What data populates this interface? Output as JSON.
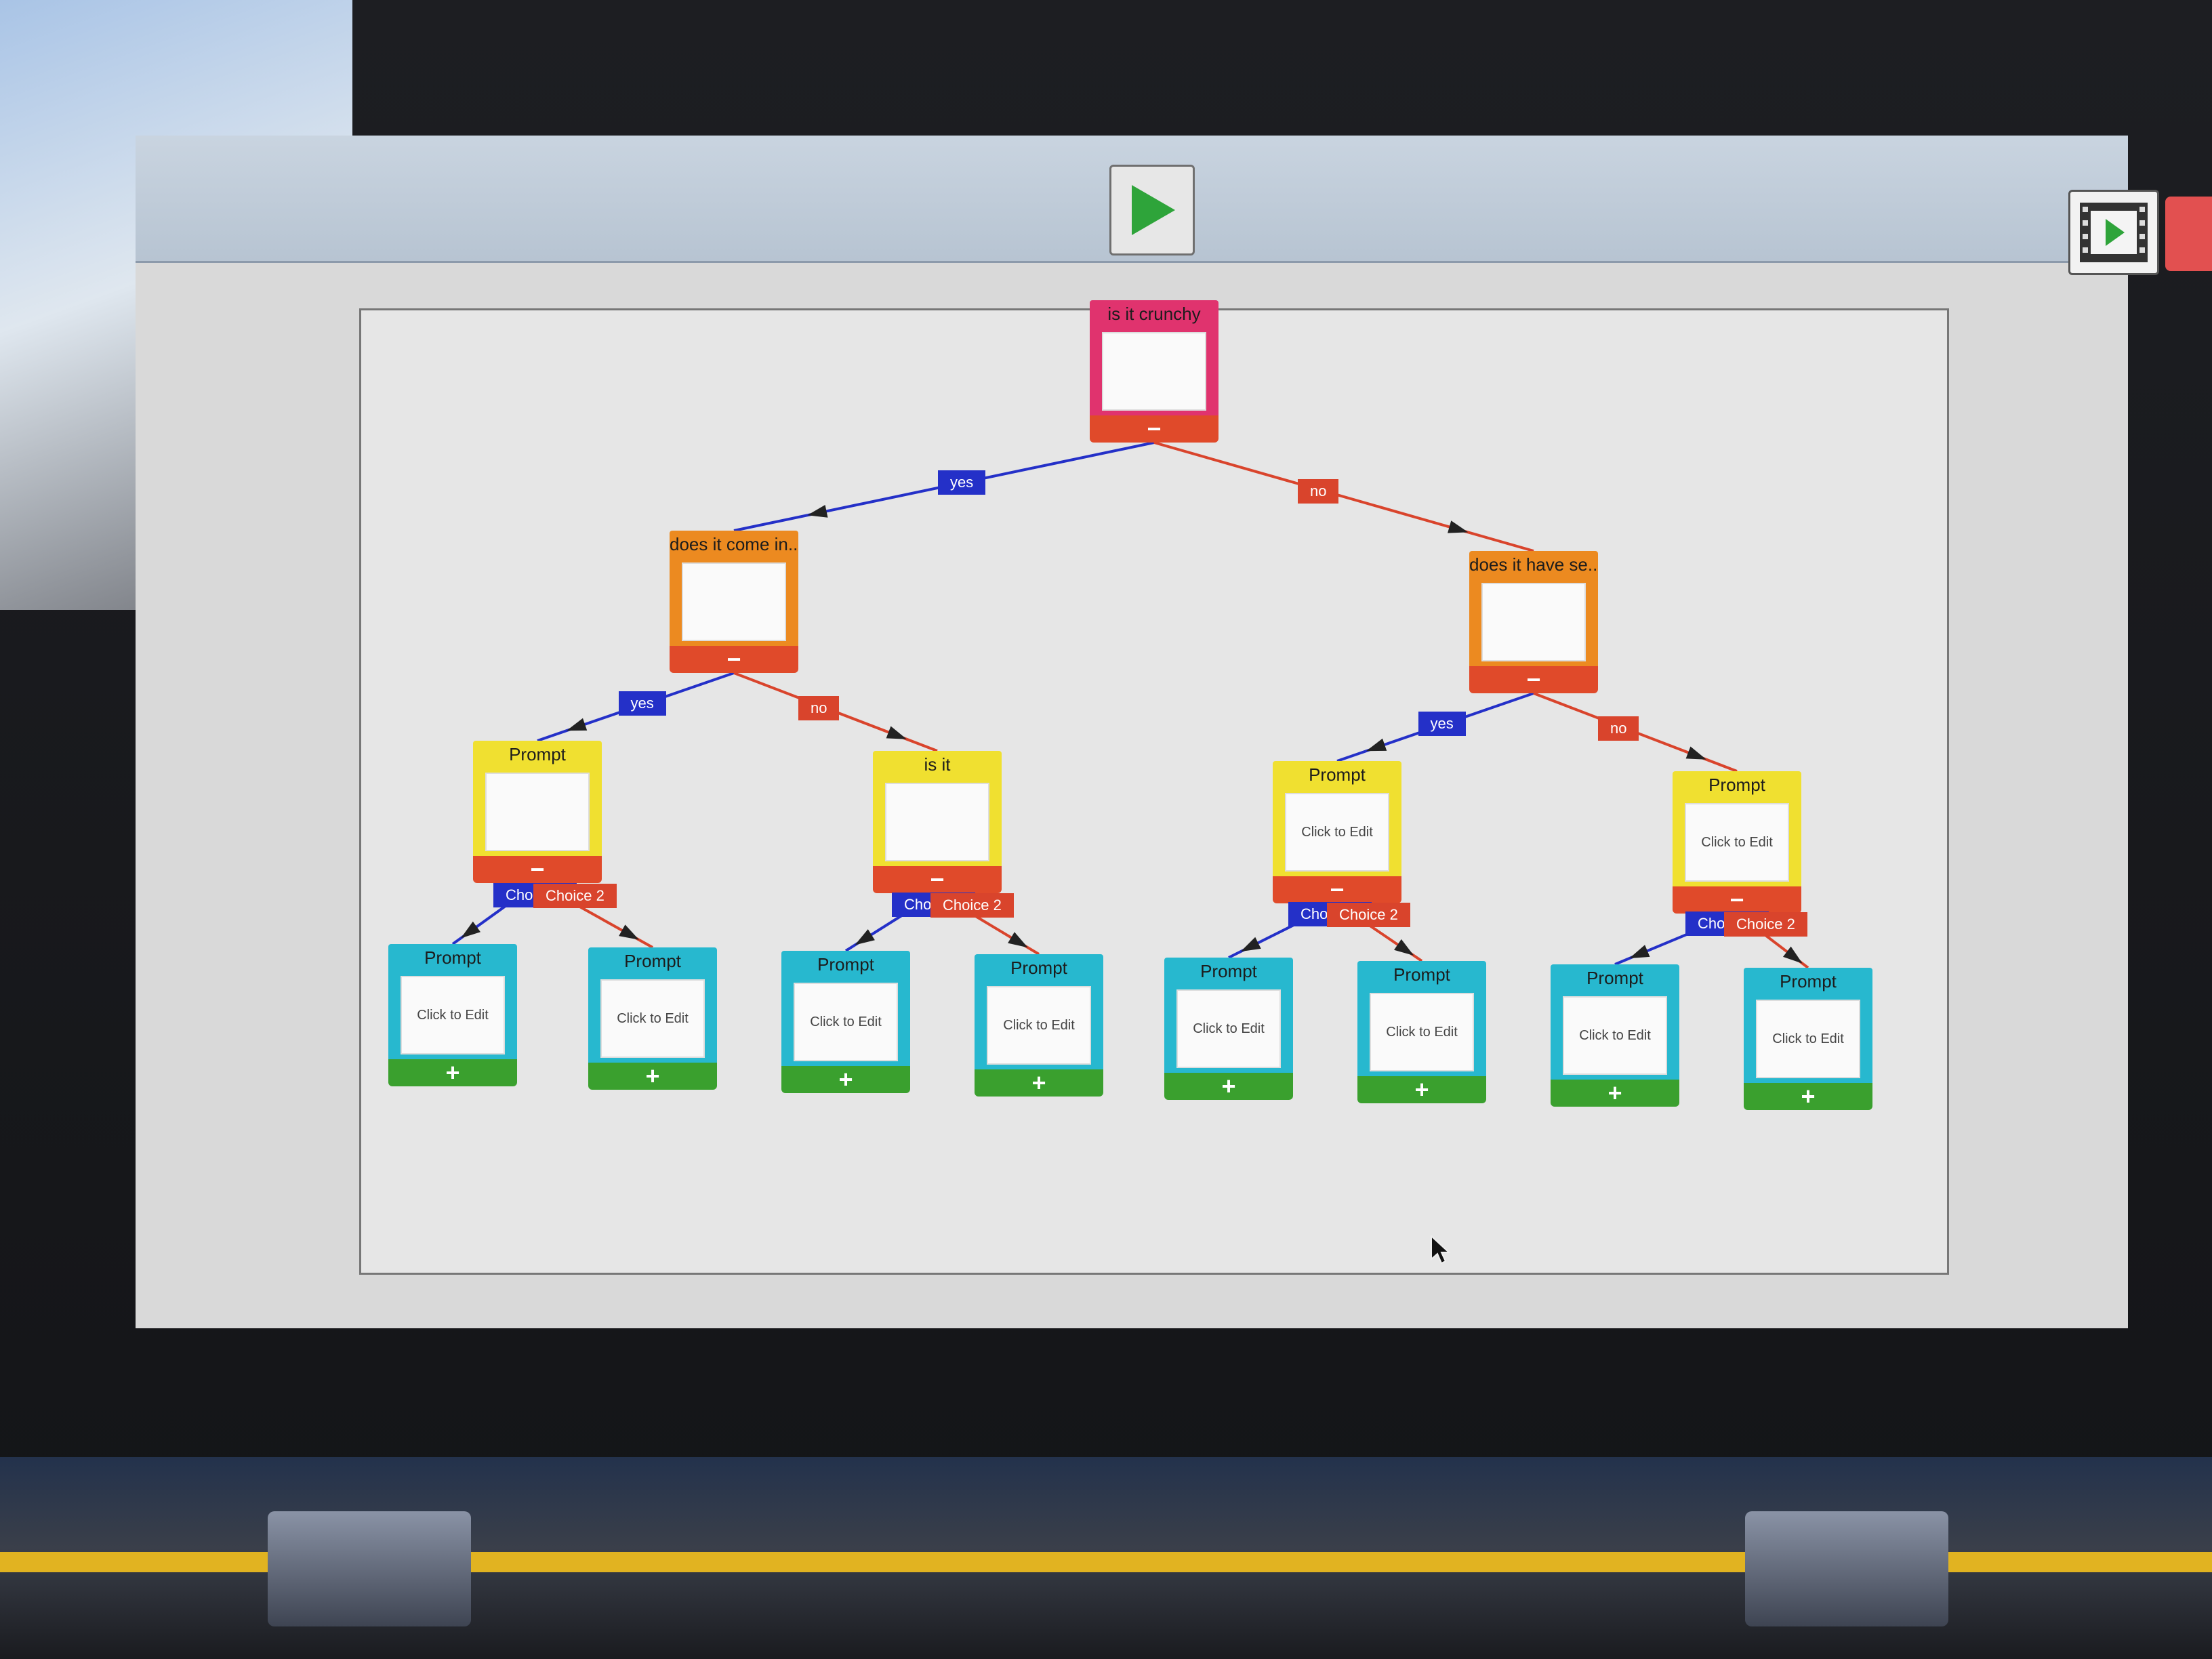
{
  "toolbar": {
    "run_icon": "play-icon",
    "film_icon": "film-play-icon",
    "close_icon": "close-tab-icon"
  },
  "colors": {
    "root": "#e0336e",
    "question": "#ec8a20",
    "prompt": "#f0e030",
    "leaf": "#27b8cf",
    "yes": "#2430c8",
    "no": "#d9442c",
    "add": "#3aa02e"
  },
  "tree": {
    "root": {
      "title": "is it crunchy",
      "body": ""
    },
    "left": {
      "title": "does it come in...",
      "body": ""
    },
    "right": {
      "title": "does it have se...",
      "body": ""
    },
    "ll": {
      "title": "Prompt",
      "body": ""
    },
    "lr": {
      "title": "is it",
      "body": ""
    },
    "rl": {
      "title": "Prompt",
      "body": "Click to Edit"
    },
    "rr": {
      "title": "Prompt",
      "body": "Click to Edit"
    },
    "leaf_title": "Prompt",
    "leaf_body": "Click to Edit",
    "minus": "−",
    "plus": "+",
    "yes": "yes",
    "no": "no",
    "choice1": "Choice 1",
    "choice2": "Choice 2"
  }
}
